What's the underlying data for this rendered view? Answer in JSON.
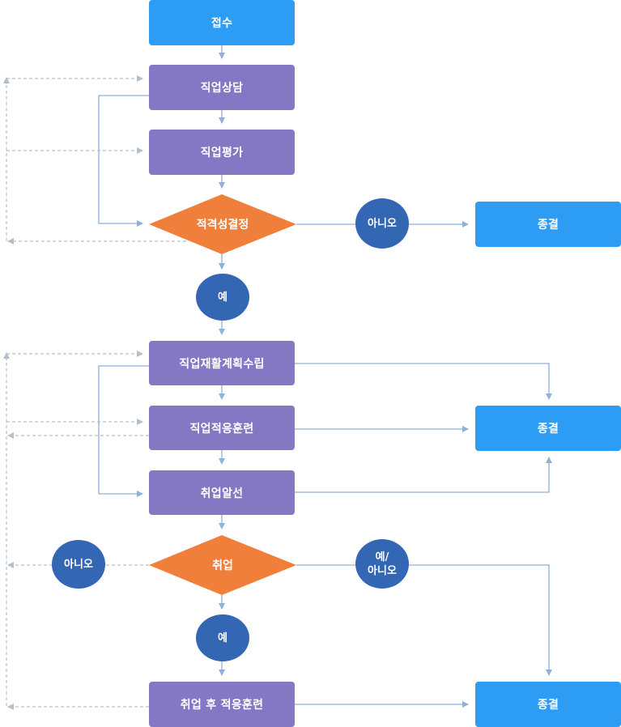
{
  "nodes": {
    "intake": "접수",
    "counseling": "직업상담",
    "evaluation": "직업평가",
    "eligibility": "적격성결정",
    "end_1": "종결",
    "yes_1": "예",
    "no_1": "아니오",
    "plan": "직업재활계획수립",
    "adaptation": "직업적응훈련",
    "placement": "취업알선",
    "end_2": "종결",
    "employment": "취업",
    "no_2": "아니오",
    "yes_no": "예/\n아니오",
    "yes_2": "예",
    "post_training": "취업 후 적응훈련",
    "end_3": "종결"
  },
  "colors": {
    "blue_box": "#2c9cf5",
    "purple_box": "#8478c4",
    "decision": "#f07f3c",
    "oval": "#3366b3",
    "line": "#8fb0d8",
    "dashed": "#b3bfcc"
  }
}
